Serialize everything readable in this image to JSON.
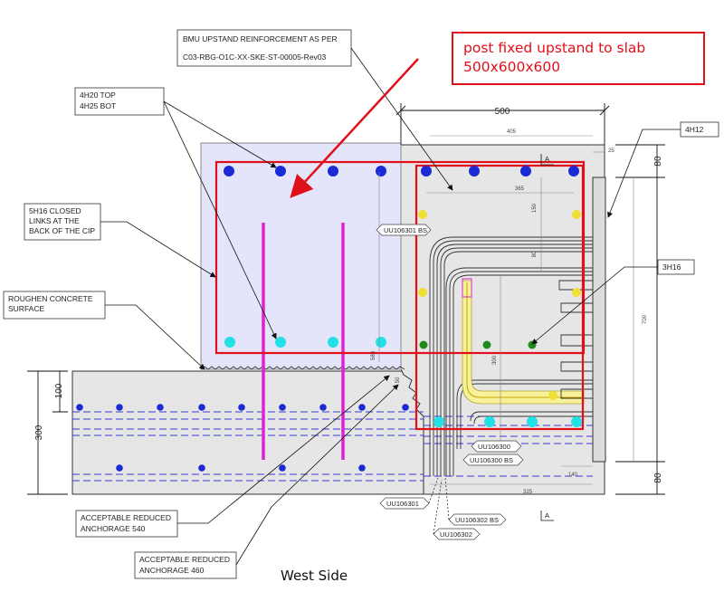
{
  "notes": {
    "bmu_line1": "BMU UPSTAND REINFORCEMENT AS PER",
    "bmu_line2": "C03-RBG-O1C-XX-SKE-ST-00005-Rev03",
    "top_bot_line1": "4H20 TOP",
    "top_bot_line2": "4H25 BOT",
    "links_line1": "5H16 CLOSED",
    "links_line2": "LINKS AT THE",
    "links_line3": "BACK OF THE CIP",
    "roughen_line1": "ROUGHEN CONCRETE",
    "roughen_line2": "SURFACE",
    "h12": "4H12",
    "h16": "3H16",
    "anch540_line1": "ACCEPTABLE REDUCED",
    "anch540_line2": "ANCHORAGE 540",
    "anch460_line1": "ACCEPTABLE REDUCED",
    "anch460_line2": "ANCHORAGE 460"
  },
  "callout": {
    "line1": "post fixed upstand to slab",
    "line2": "500x600x600",
    "color": "#e0101a"
  },
  "dimensions": {
    "width_500": "500",
    "d405": "405",
    "d25": "25",
    "d365": "365",
    "d150": "150",
    "d80_mid": "80",
    "d300_inner": "300",
    "d580": "580",
    "d700": "700",
    "d80_top": "80",
    "d80_bottom": "80",
    "d100": "100",
    "d300": "300",
    "d140": "140",
    "d325": "325",
    "d50": "50"
  },
  "bar_tags": {
    "uu106301_bs": "UU106301 BS",
    "uu106300": "UU106300",
    "uu106300_bs": "UU106300 BS",
    "uu106301": "UU106301",
    "uu106302_bs": "UU106302 BS",
    "uu106302": "UU106302"
  },
  "section_marks": {
    "top": "A",
    "bottom": "A"
  },
  "caption": "West Side",
  "colors": {
    "panel_fill": "#e4e4fa",
    "concrete_fill": "#e6e6e6",
    "rebar_blue": "#1a2bd6",
    "rebar_cyan": "#22e0e6",
    "rebar_yellow": "#f0e033",
    "rebar_green": "#1e8a1e",
    "magenta": "#e020d8",
    "highlight": "#f7f29a"
  }
}
